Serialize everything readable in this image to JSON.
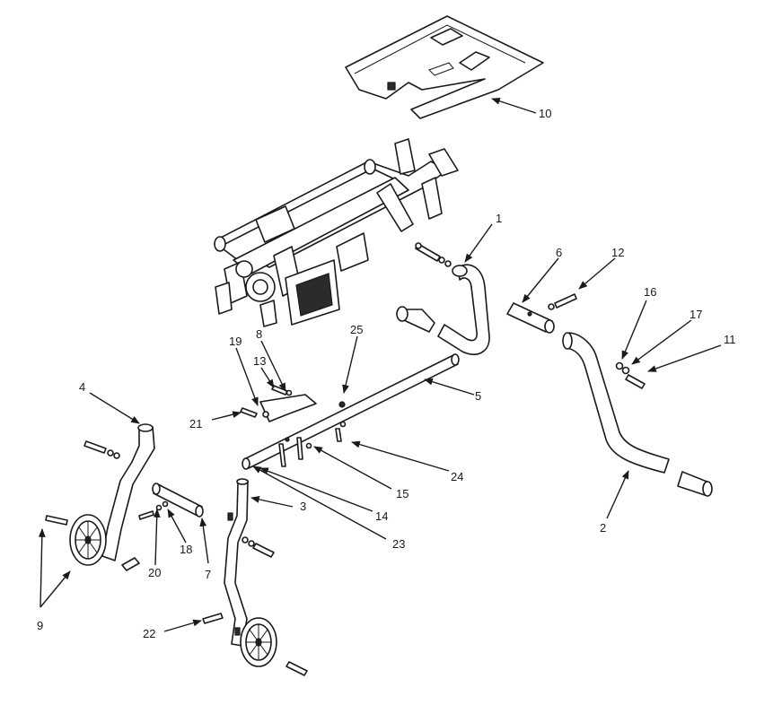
{
  "diagram": {
    "callouts": [
      {
        "id": "c1",
        "text": "1"
      },
      {
        "id": "c2",
        "text": "2"
      },
      {
        "id": "c3",
        "text": "3"
      },
      {
        "id": "c4",
        "text": "4"
      },
      {
        "id": "c5",
        "text": "5"
      },
      {
        "id": "c6",
        "text": "6"
      },
      {
        "id": "c7",
        "text": "7"
      },
      {
        "id": "c8",
        "text": "8"
      },
      {
        "id": "c9",
        "text": "9"
      },
      {
        "id": "c10",
        "text": "10"
      },
      {
        "id": "c11",
        "text": "11"
      },
      {
        "id": "c12",
        "text": "12"
      },
      {
        "id": "c13",
        "text": "13"
      },
      {
        "id": "c14",
        "text": "14"
      },
      {
        "id": "c15",
        "text": "15"
      },
      {
        "id": "c16",
        "text": "16"
      },
      {
        "id": "c17",
        "text": "17"
      },
      {
        "id": "c18",
        "text": "18"
      },
      {
        "id": "c19",
        "text": "19"
      },
      {
        "id": "c20",
        "text": "20"
      },
      {
        "id": "c21",
        "text": "21"
      },
      {
        "id": "c22",
        "text": "22"
      },
      {
        "id": "c23",
        "text": "23"
      },
      {
        "id": "c24",
        "text": "24"
      },
      {
        "id": "c25",
        "text": "25"
      }
    ]
  }
}
